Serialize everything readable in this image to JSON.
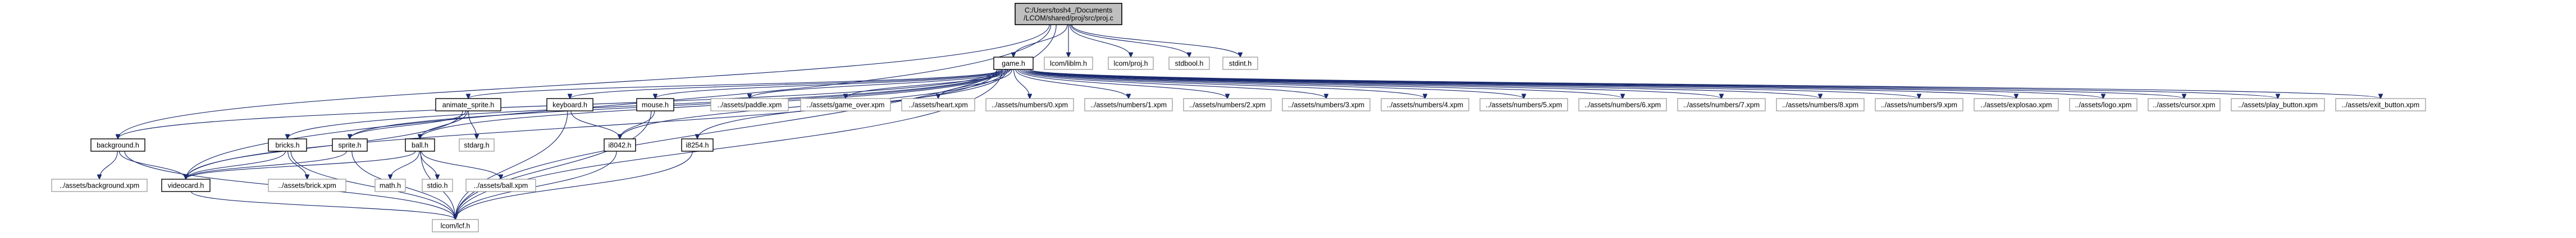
{
  "diagram": {
    "type": "include-dependency-graph",
    "root_title_line1": "C:/Users/tosh4_/Documents",
    "root_title_line2": "/LCOM/shared/proj/src/proj.c",
    "colors": {
      "edge": "#1a2a6e",
      "root_fill": "#bfbfbf",
      "documented_border": "#000000",
      "undocumented_border": "#9a9a9a"
    },
    "nodes": [
      {
        "id": "proj_c",
        "label": "C:/Users/tosh4_/Documents\n/LCOM/shared/proj/src/proj.c",
        "kind": "root"
      },
      {
        "id": "game_h",
        "label": "game.h",
        "kind": "documented"
      },
      {
        "id": "lcom_libm_h",
        "label": "lcom/liblm.h",
        "kind": "external"
      },
      {
        "id": "lcom_proj_h",
        "label": "lcom/proj.h",
        "kind": "external"
      },
      {
        "id": "stdbool_h",
        "label": "stdbool.h",
        "kind": "external"
      },
      {
        "id": "stdint_h",
        "label": "stdint.h",
        "kind": "external"
      },
      {
        "id": "background_h",
        "label": "background.h",
        "kind": "documented"
      },
      {
        "id": "bricks_h",
        "label": "bricks.h",
        "kind": "documented"
      },
      {
        "id": "animate_sprite_h",
        "label": "animate_sprite.h",
        "kind": "documented"
      },
      {
        "id": "sprite_h",
        "label": "sprite.h",
        "kind": "documented"
      },
      {
        "id": "ball_h",
        "label": "ball.h",
        "kind": "documented"
      },
      {
        "id": "keyboard_h",
        "label": "keyboard.h",
        "kind": "documented"
      },
      {
        "id": "mouse_h",
        "label": "mouse.h",
        "kind": "documented"
      },
      {
        "id": "i8042_h",
        "label": "i8042.h",
        "kind": "documented"
      },
      {
        "id": "i8254_h",
        "label": "i8254.h",
        "kind": "documented"
      },
      {
        "id": "videocard_h",
        "label": "videocard.h",
        "kind": "documented"
      },
      {
        "id": "stdarg_h",
        "label": "stdarg.h",
        "kind": "external"
      },
      {
        "id": "math_h",
        "label": "math.h",
        "kind": "external"
      },
      {
        "id": "stdio_h",
        "label": "stdio.h",
        "kind": "external"
      },
      {
        "id": "lcom_lcf_h",
        "label": "lcom/lcf.h",
        "kind": "external"
      },
      {
        "id": "bg_xpm",
        "label": "../assets/background.xpm",
        "kind": "external"
      },
      {
        "id": "brick_xpm",
        "label": "../assets/brick.xpm",
        "kind": "external"
      },
      {
        "id": "ball_xpm",
        "label": "../assets/ball.xpm",
        "kind": "external"
      },
      {
        "id": "paddle_xpm",
        "label": "../assets/paddle.xpm",
        "kind": "external"
      },
      {
        "id": "gameover_xpm",
        "label": "../assets/game_over.xpm",
        "kind": "external"
      },
      {
        "id": "heart_xpm",
        "label": "../assets/heart.xpm",
        "kind": "external"
      },
      {
        "id": "n0_xpm",
        "label": "../assets/numbers/0.xpm",
        "kind": "external"
      },
      {
        "id": "n1_xpm",
        "label": "../assets/numbers/1.xpm",
        "kind": "external"
      },
      {
        "id": "n2_xpm",
        "label": "../assets/numbers/2.xpm",
        "kind": "external"
      },
      {
        "id": "n3_xpm",
        "label": "../assets/numbers/3.xpm",
        "kind": "external"
      },
      {
        "id": "n4_xpm",
        "label": "../assets/numbers/4.xpm",
        "kind": "external"
      },
      {
        "id": "n5_xpm",
        "label": "../assets/numbers/5.xpm",
        "kind": "external"
      },
      {
        "id": "n6_xpm",
        "label": "../assets/numbers/6.xpm",
        "kind": "external"
      },
      {
        "id": "n7_xpm",
        "label": "../assets/numbers/7.xpm",
        "kind": "external"
      },
      {
        "id": "n8_xpm",
        "label": "../assets/numbers/8.xpm",
        "kind": "external"
      },
      {
        "id": "n9_xpm",
        "label": "../assets/numbers/9.xpm",
        "kind": "external"
      },
      {
        "id": "explosao_xpm",
        "label": "../assets/explosao.xpm",
        "kind": "external"
      },
      {
        "id": "logo_xpm",
        "label": "../assets/logo.xpm",
        "kind": "external"
      },
      {
        "id": "cursor_xpm",
        "label": "../assets/cursor.xpm",
        "kind": "external"
      },
      {
        "id": "play_xpm",
        "label": "../assets/play_button.xpm",
        "kind": "external"
      },
      {
        "id": "exit_xpm",
        "label": "../assets/exit_button.xpm",
        "kind": "external"
      }
    ],
    "edges": [
      [
        "proj_c",
        "game_h"
      ],
      [
        "proj_c",
        "lcom_libm_h"
      ],
      [
        "proj_c",
        "lcom_proj_h"
      ],
      [
        "proj_c",
        "stdbool_h"
      ],
      [
        "proj_c",
        "stdint_h"
      ],
      [
        "proj_c",
        "background_h"
      ],
      [
        "proj_c",
        "videocard_h"
      ],
      [
        "proj_c",
        "lcom_lcf_h"
      ],
      [
        "game_h",
        "background_h"
      ],
      [
        "game_h",
        "bricks_h"
      ],
      [
        "game_h",
        "animate_sprite_h"
      ],
      [
        "game_h",
        "sprite_h"
      ],
      [
        "game_h",
        "ball_h"
      ],
      [
        "game_h",
        "keyboard_h"
      ],
      [
        "game_h",
        "mouse_h"
      ],
      [
        "game_h",
        "i8042_h"
      ],
      [
        "game_h",
        "i8254_h"
      ],
      [
        "game_h",
        "videocard_h"
      ],
      [
        "game_h",
        "lcom_lcf_h"
      ],
      [
        "game_h",
        "paddle_xpm"
      ],
      [
        "game_h",
        "gameover_xpm"
      ],
      [
        "game_h",
        "heart_xpm"
      ],
      [
        "game_h",
        "n0_xpm"
      ],
      [
        "game_h",
        "n1_xpm"
      ],
      [
        "game_h",
        "n2_xpm"
      ],
      [
        "game_h",
        "n3_xpm"
      ],
      [
        "game_h",
        "n4_xpm"
      ],
      [
        "game_h",
        "n5_xpm"
      ],
      [
        "game_h",
        "n6_xpm"
      ],
      [
        "game_h",
        "n7_xpm"
      ],
      [
        "game_h",
        "n8_xpm"
      ],
      [
        "game_h",
        "n9_xpm"
      ],
      [
        "game_h",
        "explosao_xpm"
      ],
      [
        "game_h",
        "logo_xpm"
      ],
      [
        "game_h",
        "cursor_xpm"
      ],
      [
        "game_h",
        "play_xpm"
      ],
      [
        "game_h",
        "exit_xpm"
      ],
      [
        "background_h",
        "videocard_h"
      ],
      [
        "background_h",
        "bg_xpm"
      ],
      [
        "background_h",
        "lcom_lcf_h"
      ],
      [
        "bricks_h",
        "videocard_h"
      ],
      [
        "bricks_h",
        "brick_xpm"
      ],
      [
        "bricks_h",
        "lcom_lcf_h"
      ],
      [
        "animate_sprite_h",
        "sprite_h"
      ],
      [
        "animate_sprite_h",
        "stdarg_h"
      ],
      [
        "animate_sprite_h",
        "videocard_h"
      ],
      [
        "animate_sprite_h",
        "ball_h"
      ],
      [
        "sprite_h",
        "videocard_h"
      ],
      [
        "sprite_h",
        "lcom_lcf_h"
      ],
      [
        "ball_h",
        "videocard_h"
      ],
      [
        "ball_h",
        "math_h"
      ],
      [
        "ball_h",
        "stdio_h"
      ],
      [
        "ball_h",
        "ball_xpm"
      ],
      [
        "ball_h",
        "lcom_lcf_h"
      ],
      [
        "keyboard_h",
        "i8042_h"
      ],
      [
        "keyboard_h",
        "lcom_lcf_h"
      ],
      [
        "mouse_h",
        "i8042_h"
      ],
      [
        "mouse_h",
        "lcom_lcf_h"
      ],
      [
        "i8042_h",
        "lcom_lcf_h"
      ],
      [
        "i8254_h",
        "lcom_lcf_h"
      ],
      [
        "videocard_h",
        "lcom_lcf_h"
      ]
    ]
  }
}
